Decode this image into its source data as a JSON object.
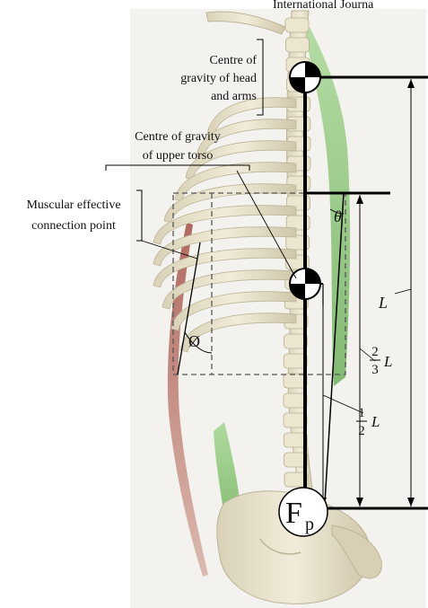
{
  "header": {
    "text": "International Journa"
  },
  "labels": {
    "cog_head_arms": [
      "Centre of",
      "gravity of head",
      "and arms"
    ],
    "cog_upper_torso": [
      "Centre of gravity",
      "of upper torso"
    ],
    "muscle_point": [
      "Muscular effective",
      "connection point"
    ]
  },
  "symbols": {
    "theta": "θ",
    "phi": "Ø",
    "L": "L",
    "two_thirds": {
      "num": "2",
      "den": "3",
      "var": "L"
    },
    "one_half": {
      "num": "1",
      "den": "2",
      "var": "L"
    },
    "force": {
      "main": "F",
      "sub": "p"
    }
  },
  "colors": {
    "bone": "#e8e2cc",
    "bone_shadow": "#c9c1a4",
    "muscle_red": "#b86a5e",
    "muscle_green": "#7fbf6a",
    "line": "#000000"
  }
}
